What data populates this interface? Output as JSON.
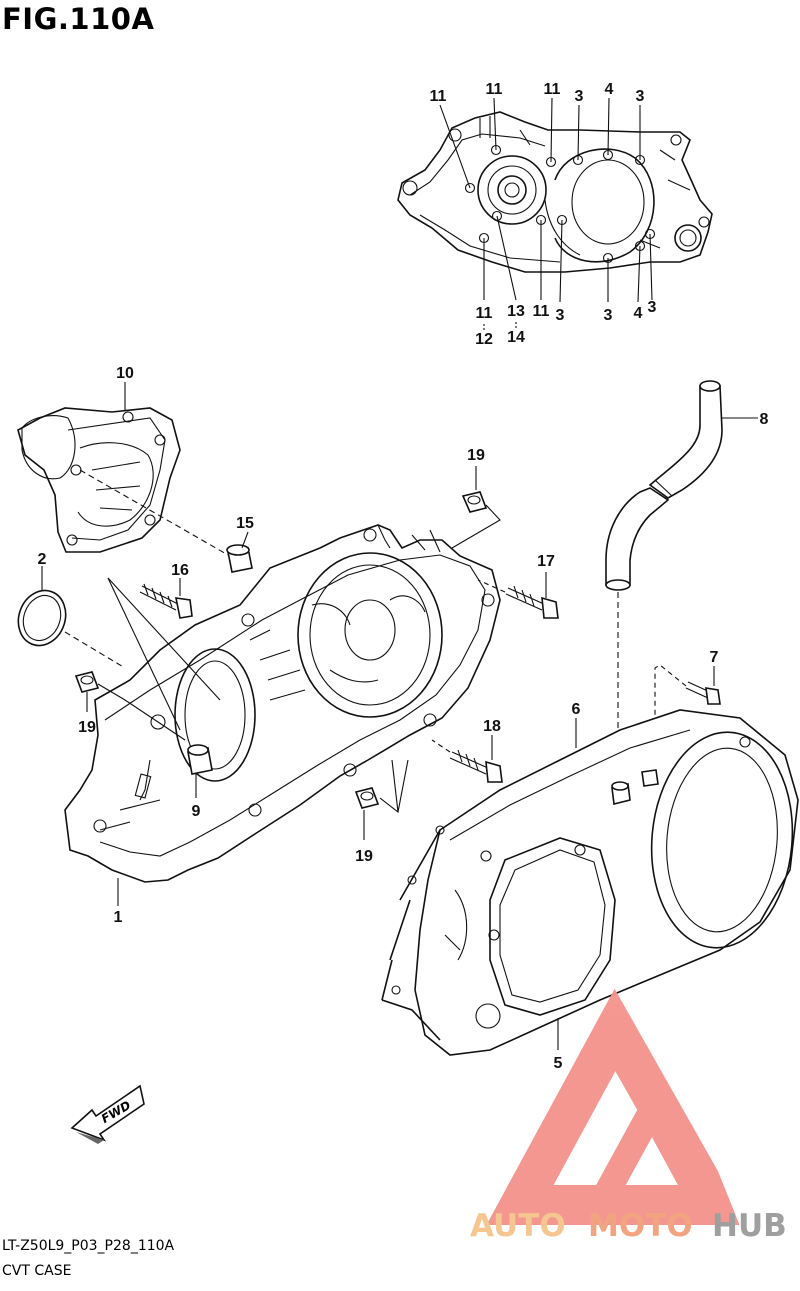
{
  "figure": {
    "title": "FIG.110A",
    "code": "LT-Z50L9_P03_P28_110A",
    "caption": "CVT CASE"
  },
  "callouts": {
    "c1": "1",
    "c2": "2",
    "c3a": "3",
    "c3b": "3",
    "c3c": "3",
    "c3d": "3",
    "c3e": "3",
    "c4a": "4",
    "c4b": "4",
    "c5": "5",
    "c6": "6",
    "c7": "7",
    "c8": "8",
    "c9": "9",
    "c10": "10",
    "c11a": "11",
    "c11b": "11",
    "c11c": "11",
    "c11d": "11",
    "c11e": "11",
    "c12": "12",
    "c13": "13",
    "c14": "14",
    "c15": "15",
    "c16": "16",
    "c17": "17",
    "c18": "18",
    "c19a": "19",
    "c19b": "19",
    "c19c": "19"
  },
  "fwd_label": "FWD",
  "watermark": {
    "part1": "AUTO",
    "part2": "MOTO",
    "part3": "HUB",
    "colors": {
      "logo": "#f3928b",
      "auto": "#f5c38a",
      "moto": "#f2a07a",
      "hub": "#9a9a9a"
    }
  }
}
